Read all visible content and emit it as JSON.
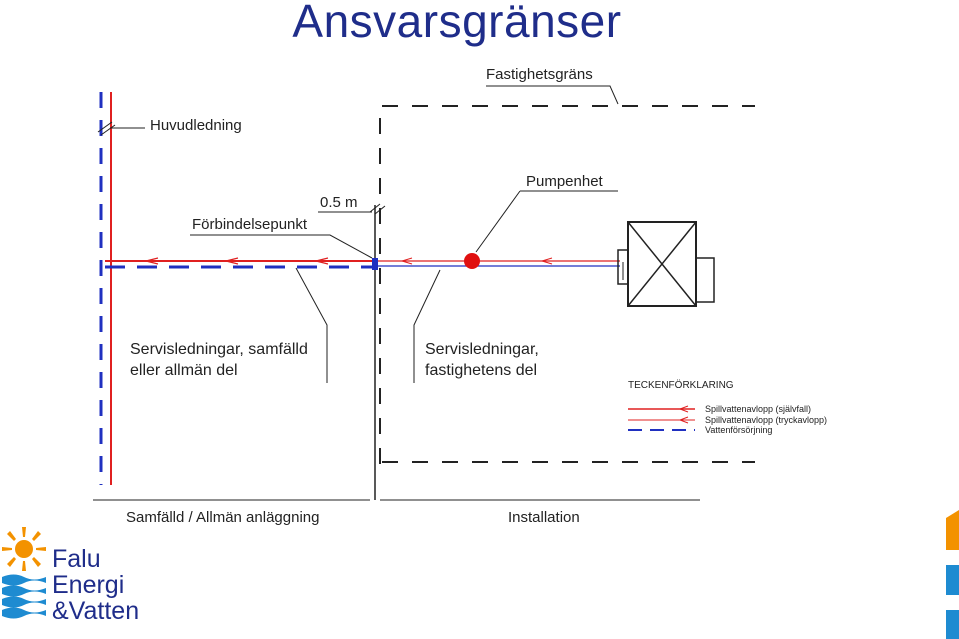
{
  "slide": {
    "title": "Ansvarsgränser"
  },
  "diagram": {
    "labels": {
      "fastighetsgrans": "Fastighetsgräns",
      "huvudledning": "Huvudledning",
      "distance": "0.5 m",
      "forbindelsepunkt": "Förbindelsepunkt",
      "pumpenhet": "Pumpenhet",
      "serv_samfalld_1": "Servisledningar, samfälld",
      "serv_samfalld_2": "eller allmän del",
      "serv_fastighet_1": "Servisledningar,",
      "serv_fastighet_2": "fastighetens del",
      "zone_left": "Samfälld / Allmän anläggning",
      "zone_right": "Installation"
    },
    "legend": {
      "title": "TECKENFÖRKLARING",
      "items": [
        {
          "label": "Spillvattenavlopp (självfall)",
          "color": "#E02020",
          "style": "solid"
        },
        {
          "label": "Spillvattenavlopp (tryckavlopp)",
          "color": "#E02020",
          "style": "solid-thin"
        },
        {
          "label": "Vattenförsörjning",
          "color": "#2030C0",
          "style": "dashed"
        }
      ]
    },
    "colors": {
      "sewer": "#E02020",
      "water": "#2030C0",
      "pump": "#E01010",
      "ink": "#222222"
    }
  },
  "logo": {
    "line1": "Falu",
    "line2": "Energi",
    "line3": "&Vatten",
    "sun_color": "#F39200",
    "wave_color": "#1E8BD1"
  }
}
